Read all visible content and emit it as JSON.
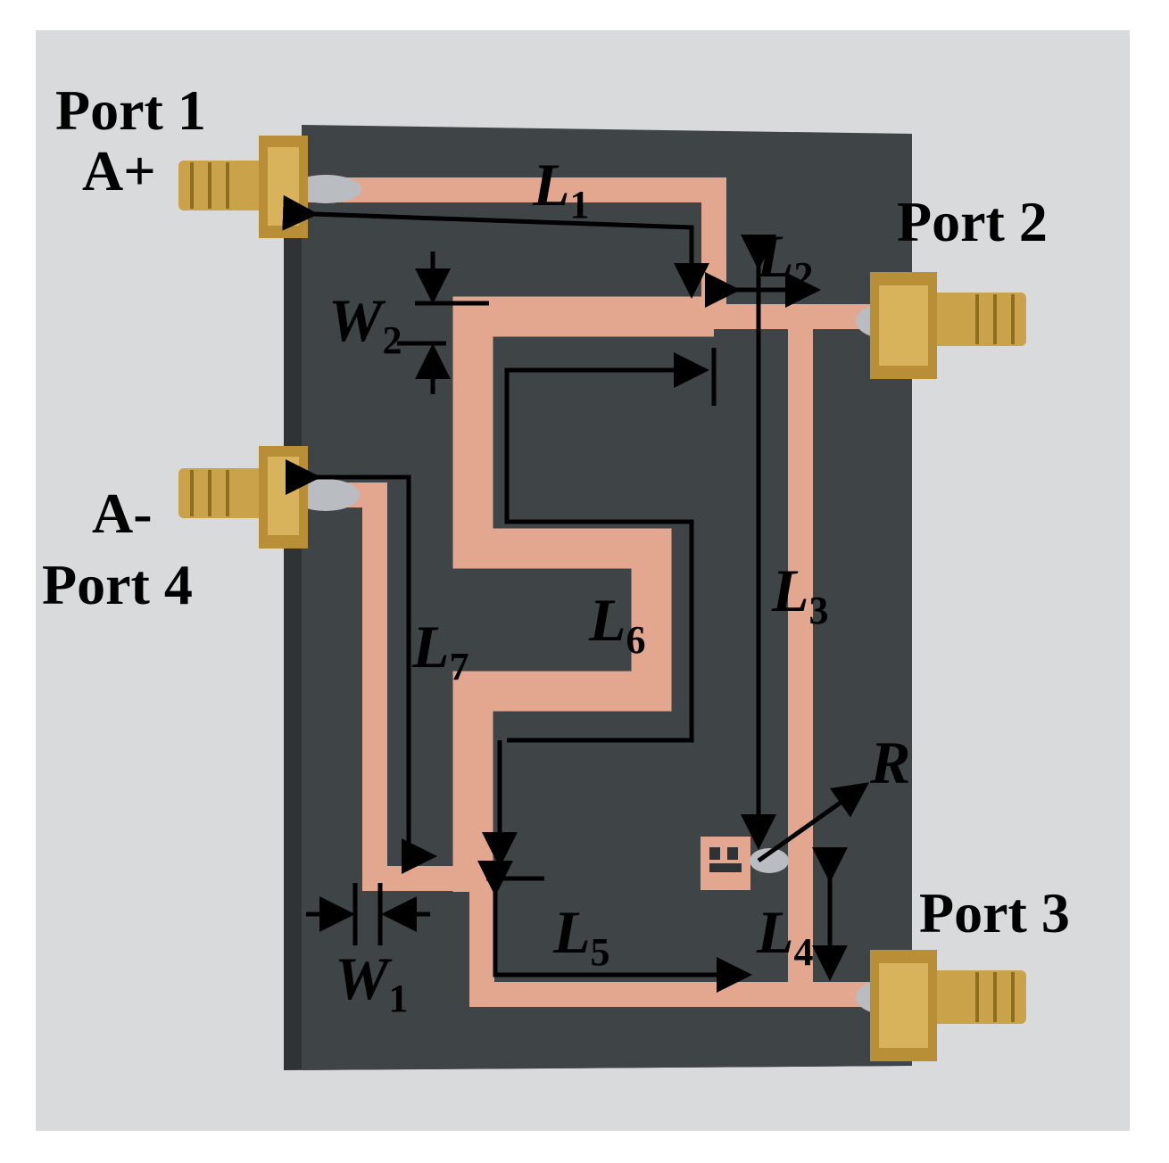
{
  "photo": {
    "background_color": "#d8dadb",
    "board_color": "#3f4447",
    "trace_color": "#e2a78e",
    "connector_color": "#c9a24a",
    "solder_color": "#b9bcc0"
  },
  "labels": {
    "port1": "Port 1",
    "port1_polarity": "A+",
    "port2": "Port 2",
    "port3": "Port 3",
    "port4": "Port 4",
    "port4_polarity": "A-",
    "L1": {
      "main": "L",
      "sub": "1"
    },
    "L2": {
      "main": "L",
      "sub": "2"
    },
    "L3": {
      "main": "L",
      "sub": "3"
    },
    "L4": {
      "main": "L",
      "sub": "4"
    },
    "L5": {
      "main": "L",
      "sub": "5"
    },
    "L6": {
      "main": "L",
      "sub": "6"
    },
    "L7": {
      "main": "L",
      "sub": "7"
    },
    "W1": {
      "main": "W",
      "sub": "1"
    },
    "W2": {
      "main": "W",
      "sub": "2"
    },
    "R": "R"
  }
}
